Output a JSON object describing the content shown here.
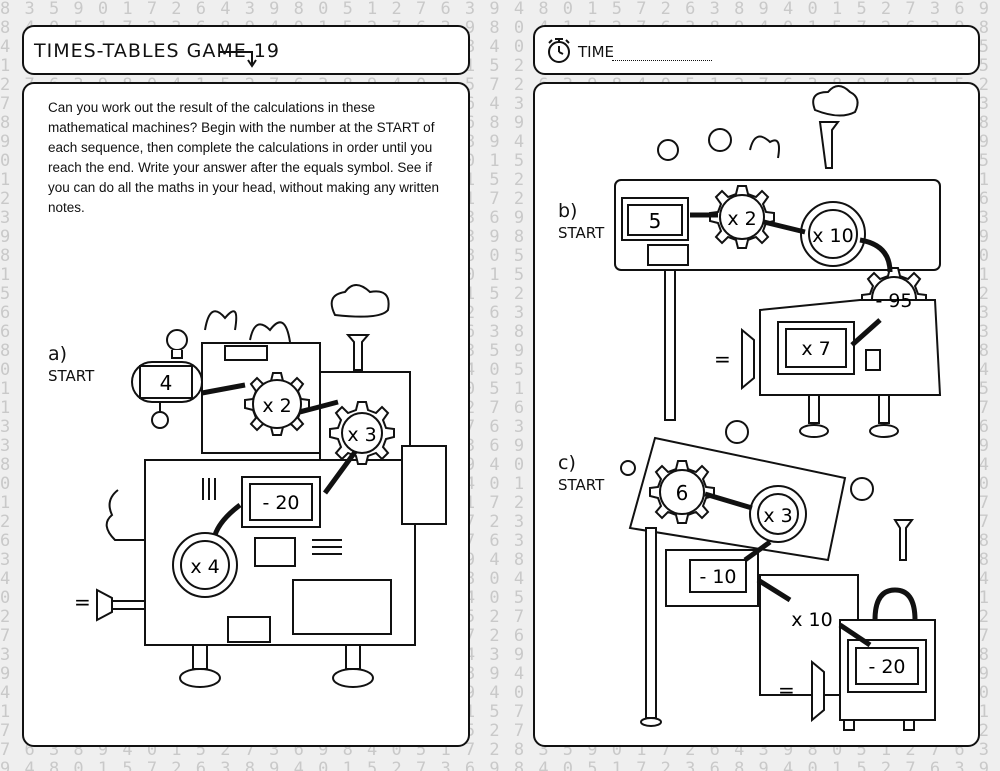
{
  "background_pattern": "8 3 5 9 0 1 7 2 6 4 3 9 8 0 5 1 2 7 6 3 9 4 8 0 1 5 7 2 6 3 8 9 4 0 1 5 2 7 3 6 9 8 4 0 5 1 7 2 3 6 8 9 4 0 1 5 2 7 6 3 9 8 0 4 1 5 2 7 6 3 8 9 4 0 1 5 7 2 6 3 9 8 4 0 5 1 2 7 6 3 8 9 4 0 1 5 2 7 3 6 9 8 4 0 5 1 7 2",
  "header": {
    "title": "TIMES-TABLES GAME 19",
    "time_label": "TIME"
  },
  "instructions": "Can you work out the result of the calculations in these mathematical machines? Begin with the number at the START of each sequence, then complete the calculations in order until you reach the end. Write your answer after the equals symbol. See if you can do all the maths in your head, without making any written notes.",
  "machines": [
    {
      "label": "a)",
      "start_label": "START",
      "start": "4",
      "steps": [
        "x 2",
        "x 3",
        "- 20",
        "x 4"
      ],
      "equals": "="
    },
    {
      "label": "b)",
      "start_label": "START",
      "start": "5",
      "steps": [
        "x 2",
        "x 10",
        "- 95",
        "x 7"
      ],
      "equals": "="
    },
    {
      "label": "c)",
      "start_label": "START",
      "start": "6",
      "steps": [
        "x 3",
        "- 10",
        "x 10",
        "- 20"
      ],
      "equals": "="
    }
  ],
  "icons": [
    "stopwatch-icon",
    "arrow-down-right-icon",
    "lightbulb-icon",
    "cloud-icon",
    "gear-icon"
  ]
}
